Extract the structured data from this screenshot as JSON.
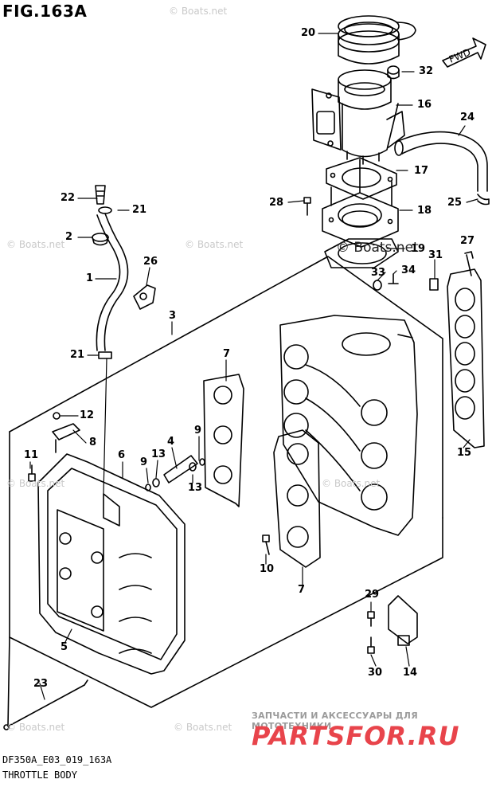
{
  "figure": {
    "id": "FIG.163A",
    "code": "DF350A_E03_019_163A",
    "name": "THROTTLE BODY"
  },
  "direction_label": "FWD",
  "watermark_text": "© Boats.net",
  "brand": {
    "tagline": "ЗАПЧАСТИ И АКСЕССУАРЫ ДЛЯ МОТОТЕХНИКИ",
    "logo": "PARTSFOR.RU"
  },
  "callouts": [
    {
      "id": "c20",
      "label": "20"
    },
    {
      "id": "c32",
      "label": "32"
    },
    {
      "id": "c16",
      "label": "16"
    },
    {
      "id": "c24",
      "label": "24"
    },
    {
      "id": "c17",
      "label": "17"
    },
    {
      "id": "c28",
      "label": "28"
    },
    {
      "id": "c18",
      "label": "18"
    },
    {
      "id": "c25",
      "label": "25"
    },
    {
      "id": "c22",
      "label": "22"
    },
    {
      "id": "c21a",
      "label": "21"
    },
    {
      "id": "c2",
      "label": "2"
    },
    {
      "id": "c27",
      "label": "27"
    },
    {
      "id": "c19",
      "label": "19"
    },
    {
      "id": "c31",
      "label": "31"
    },
    {
      "id": "c33",
      "label": "33"
    },
    {
      "id": "c34",
      "label": "34"
    },
    {
      "id": "c26",
      "label": "26"
    },
    {
      "id": "c1",
      "label": "1"
    },
    {
      "id": "c3",
      "label": "3"
    },
    {
      "id": "c21b",
      "label": "21"
    },
    {
      "id": "c7a",
      "label": "7"
    },
    {
      "id": "c12",
      "label": "12"
    },
    {
      "id": "c8",
      "label": "8"
    },
    {
      "id": "c9a",
      "label": "9"
    },
    {
      "id": "c11",
      "label": "11"
    },
    {
      "id": "c6",
      "label": "6"
    },
    {
      "id": "c9b",
      "label": "9"
    },
    {
      "id": "c13a",
      "label": "13"
    },
    {
      "id": "c4",
      "label": "4"
    },
    {
      "id": "c13b",
      "label": "13"
    },
    {
      "id": "c15",
      "label": "15"
    },
    {
      "id": "c10",
      "label": "10"
    },
    {
      "id": "c7b",
      "label": "7"
    },
    {
      "id": "c5",
      "label": "5"
    },
    {
      "id": "c29",
      "label": "29"
    },
    {
      "id": "c23",
      "label": "23"
    },
    {
      "id": "c30",
      "label": "30"
    },
    {
      "id": "c14",
      "label": "14"
    }
  ]
}
